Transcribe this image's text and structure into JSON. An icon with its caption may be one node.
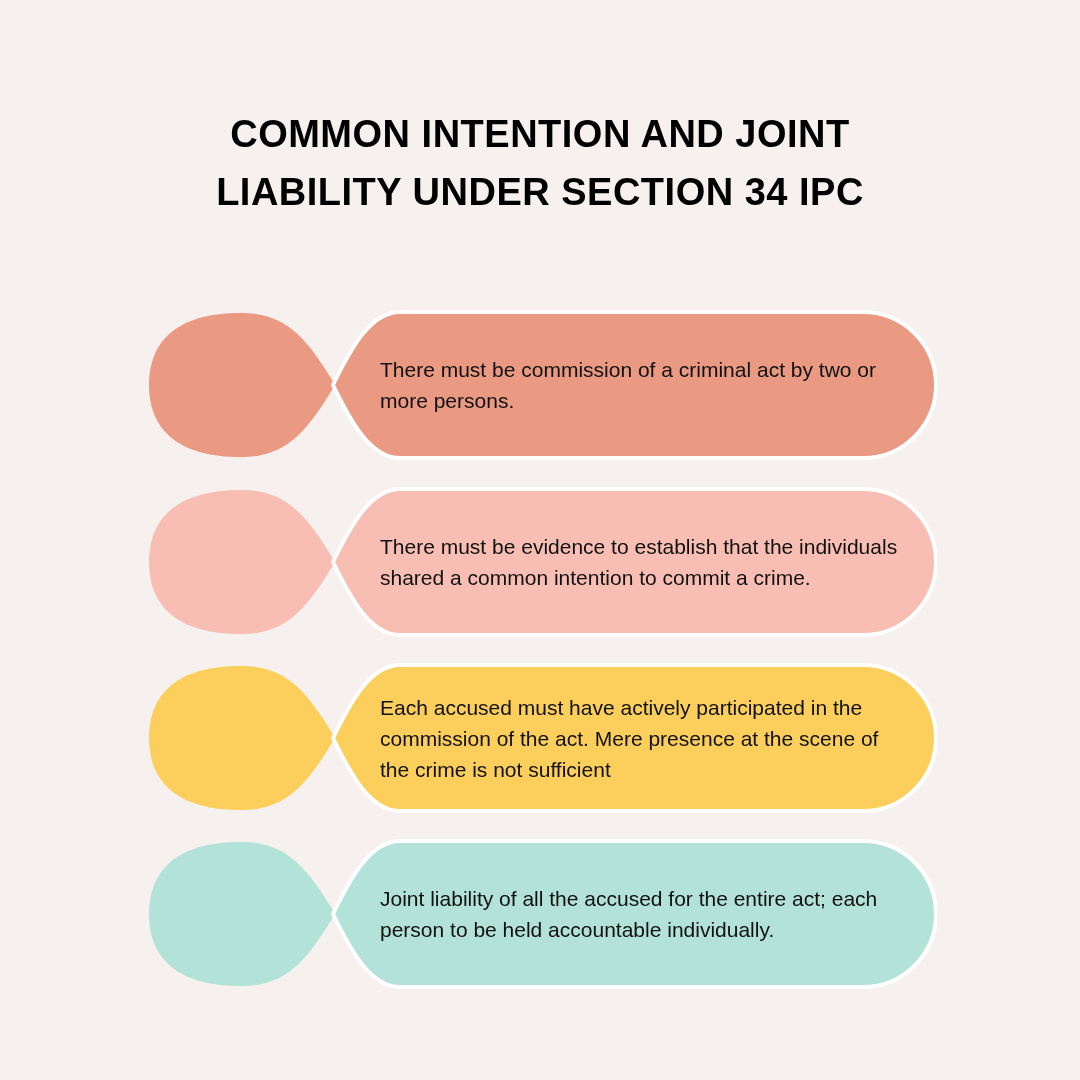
{
  "diagram": {
    "title": "COMMON INTENTION AND JOINT LIABILITY UNDER SECTION 34 IPC",
    "nodes": [
      {
        "text": [
          "There must be commission of a criminal act by two or more persons."
        ]
      },
      {
        "text": [
          "There must be evidence to establish that the individuals shared a common intention to commit a crime."
        ]
      },
      {
        "text": [
          "Each accused must have actively participated in the commission of the act. Mere presence at the scene of the crime is not sufficient"
        ]
      },
      {
        "text": [
          "Joint liability of all the accused for the entire act; each person to be held accountable individually."
        ]
      }
    ],
    "edges": []
  }
}
